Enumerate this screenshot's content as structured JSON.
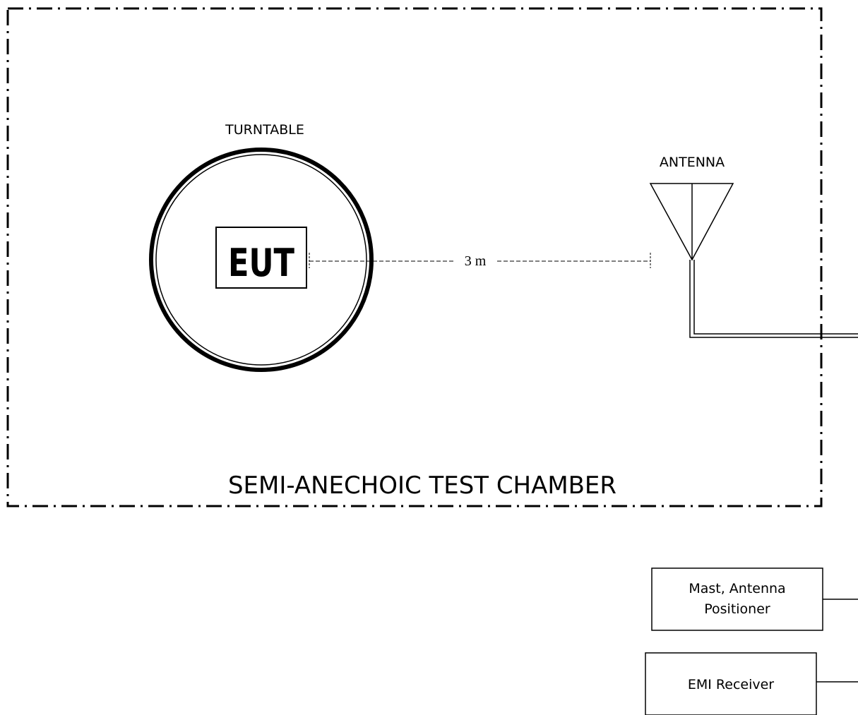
{
  "chamber": {
    "label": "SEMI-ANECHOIC TEST CHAMBER"
  },
  "turntable": {
    "label": "TURNTABLE"
  },
  "eut": {
    "label": "EUT"
  },
  "distance": {
    "label": "3 m"
  },
  "antenna": {
    "label": "ANTENNA"
  },
  "mast_box": {
    "line1": "Mast, Antenna",
    "line2": "Positioner"
  },
  "receiver_box": {
    "label": "EMI Receiver"
  },
  "colors": {
    "line": "#000000",
    "background": "#ffffff"
  }
}
